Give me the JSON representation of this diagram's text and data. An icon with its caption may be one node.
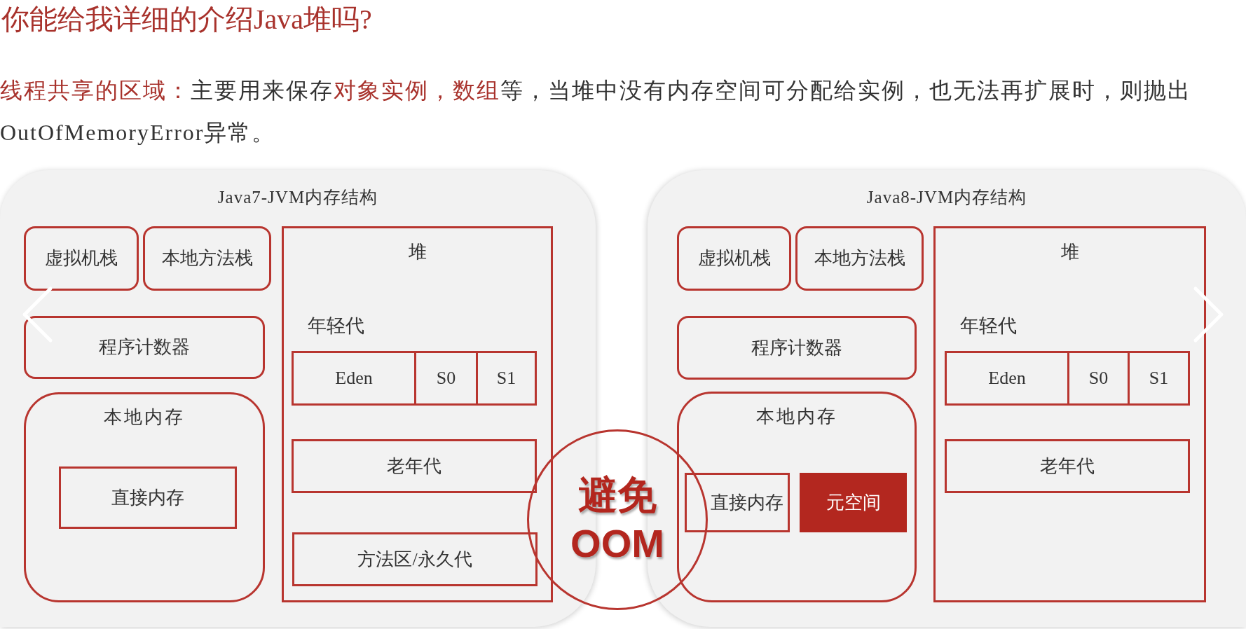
{
  "diagram": {
    "title": "你能给我详细的介绍Java堆吗?",
    "nodes": [
      {
        "text": [
          "Java7-JVM内存结构"
        ]
      },
      {
        "text": [
          "虚拟机栈"
        ],
        "in": 0
      },
      {
        "text": [
          "本地方法栈"
        ],
        "in": 0
      },
      {
        "text": [
          "程序计数器"
        ],
        "in": 0
      },
      {
        "text": [
          "本地内存"
        ],
        "in": 0
      },
      {
        "text": [
          "直接内存"
        ],
        "in": 4
      },
      {
        "text": [
          "堆"
        ],
        "in": 0
      },
      {
        "text": [
          "Eden"
        ],
        "in": 6
      },
      {
        "text": [
          "S0"
        ],
        "in": 6
      },
      {
        "text": [
          "S1"
        ],
        "in": 6
      },
      {
        "text": [
          "老年代"
        ],
        "in": 6
      },
      {
        "text": [
          "方法区/永久代"
        ],
        "in": 6
      },
      {
        "text": [
          "避免",
          "OOM"
        ]
      },
      {
        "text": [
          "Java8-JVM内存结构"
        ]
      },
      {
        "text": [
          "虚拟机栈"
        ],
        "in": 13
      },
      {
        "text": [
          "本地方法栈"
        ],
        "in": 13
      },
      {
        "text": [
          "程序计数器"
        ],
        "in": 13
      },
      {
        "text": [
          "本地内存"
        ],
        "in": 13
      },
      {
        "text": [
          "直接内存"
        ],
        "in": 17
      },
      {
        "text": [
          "元空间"
        ],
        "in": 17
      },
      {
        "text": [
          "堆"
        ],
        "in": 13
      },
      {
        "text": [
          "Eden"
        ],
        "in": 20
      },
      {
        "text": [
          "S0"
        ],
        "in": 20
      },
      {
        "text": [
          "S1"
        ],
        "in": 20
      },
      {
        "text": [
          "老年代"
        ],
        "in": 20
      }
    ],
    "labels": [
      "**线程共享的区域：**主要用来保存**对象实例，数组**等，当堆中没有内存空间可分配给实例，也无法再扩展时，则抛出OutOfMemoryError异常。",
      "年轻代",
      "年轻代"
    ]
  }
}
